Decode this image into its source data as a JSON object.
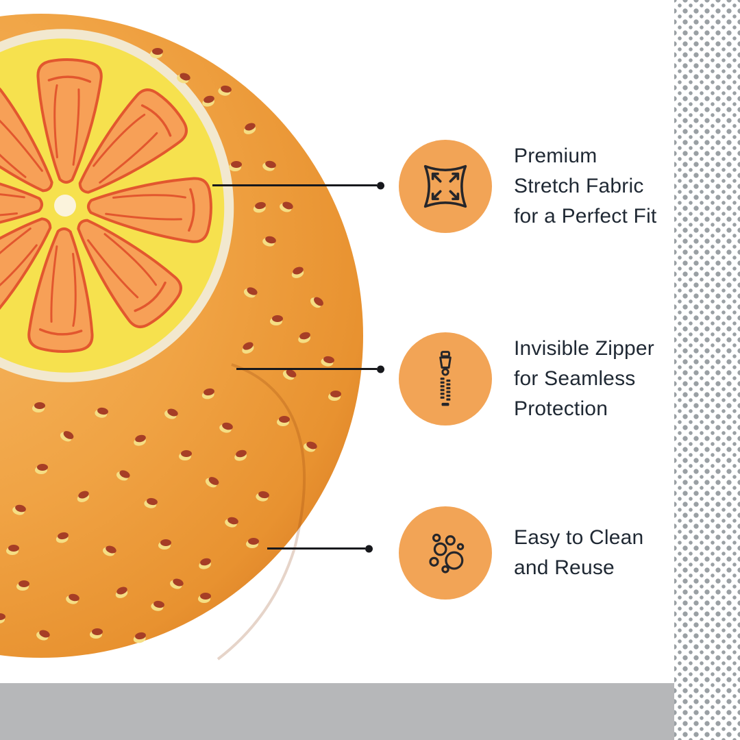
{
  "page": {
    "background": "#FFFFFF"
  },
  "colors": {
    "accent_orange": "#F2A456",
    "ball_orange": "#EFA042",
    "slice_yellow": "#F6E14E",
    "slice_segment": "#F7A057",
    "segment_outline": "#E2572E",
    "speckle_dark": "#A63E26",
    "speckle_highlight": "#F5DE84",
    "text": "#1F2833",
    "connector_line": "#17181C",
    "bottom_bar": "#B6B7B9",
    "halftone_dot": "#9AA0A4"
  },
  "illustration": {
    "name": "orange-fruit-ball-cover"
  },
  "features": [
    {
      "icon": "stretch-fabric-icon",
      "lines": [
        "Premium",
        "Stretch Fabric",
        "for a Perfect Fit"
      ]
    },
    {
      "icon": "zipper-icon",
      "lines": [
        "Invisible Zipper",
        "for Seamless",
        "Protection"
      ]
    },
    {
      "icon": "bubbles-icon",
      "lines": [
        "Easy to Clean",
        "and Reuse"
      ]
    }
  ]
}
